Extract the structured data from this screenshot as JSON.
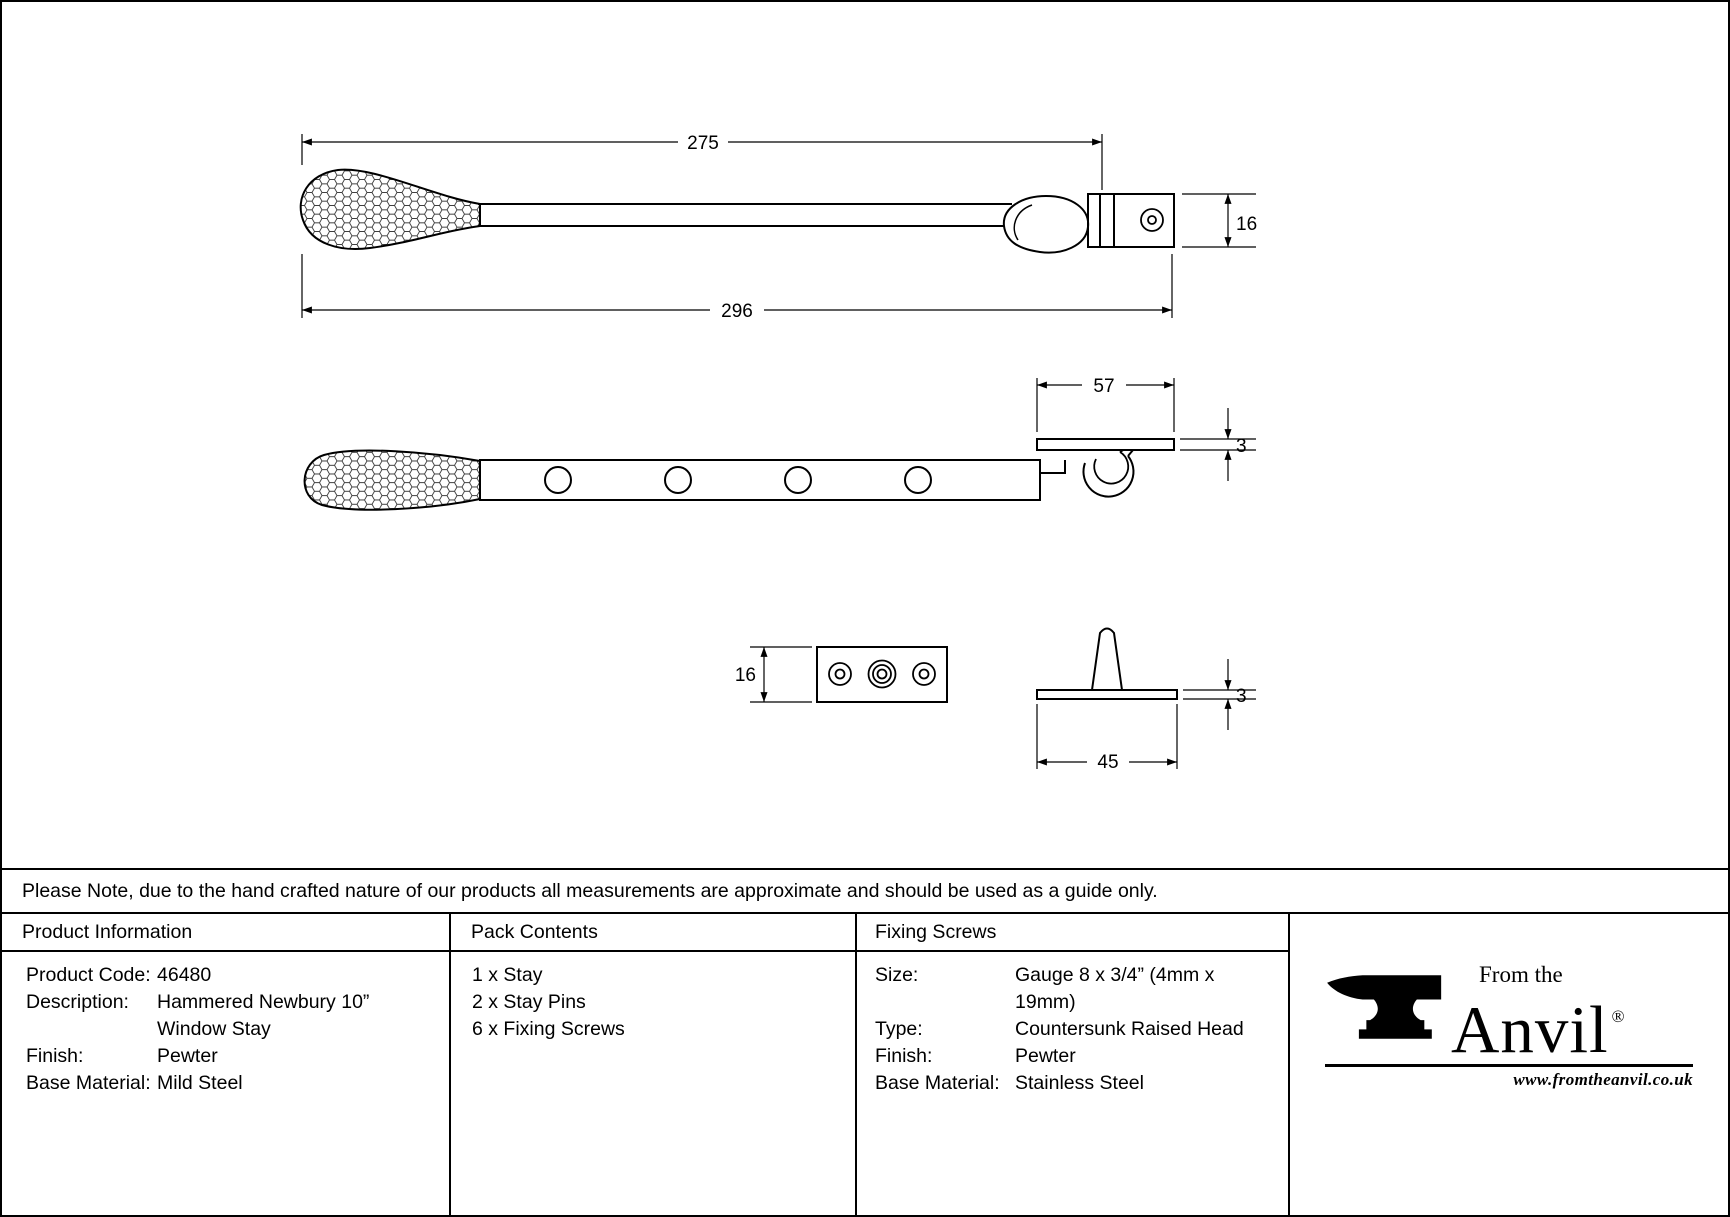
{
  "note": "Please Note, due to the hand crafted nature of our products all measurements are approximate and should be used as a guide only.",
  "drawing": {
    "dims": {
      "stay_top_length": "275",
      "stay_full_length": "296",
      "bracket_height": "16",
      "plate_length": "57",
      "plate_thickness": "3",
      "pin_plate_height": "16",
      "pin_base_thickness": "3",
      "pin_base_width": "45"
    }
  },
  "product_information": {
    "header": "Product Information",
    "rows": [
      {
        "label": "Product Code:",
        "value": "46480"
      },
      {
        "label": "Description:",
        "value": "Hammered Newbury 10” Window Stay"
      },
      {
        "label": "Finish:",
        "value": "Pewter"
      },
      {
        "label": "Base Material:",
        "value": "Mild Steel"
      }
    ]
  },
  "pack_contents": {
    "header": "Pack Contents",
    "items": [
      "1 x Stay",
      "2 x Stay Pins",
      "6 x Fixing Screws"
    ]
  },
  "fixing_screws": {
    "header": "Fixing Screws",
    "rows": [
      {
        "label": "Size:",
        "value": "Gauge 8 x 3/4” (4mm x 19mm)"
      },
      {
        "label": "Type:",
        "value": "Countersunk Raised Head"
      },
      {
        "label": "Finish:",
        "value": "Pewter"
      },
      {
        "label": "Base Material:",
        "value": "Stainless Steel"
      }
    ]
  },
  "logo": {
    "from_the": "From the",
    "name": "Anvil",
    "registered": "®",
    "website": "www.fromtheanvil.co.uk"
  }
}
